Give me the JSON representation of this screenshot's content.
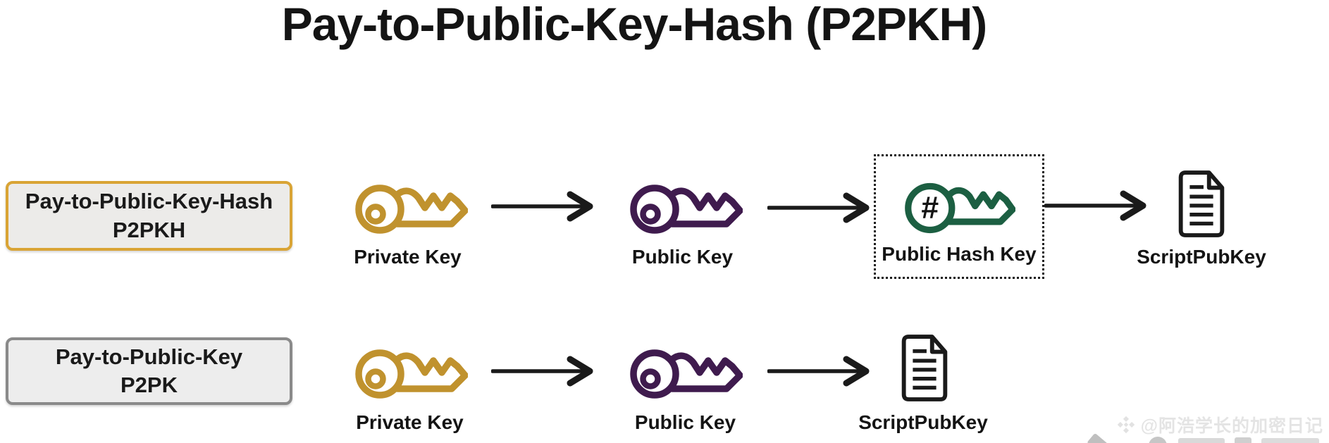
{
  "title": "Pay-to-Public-Key-Hash (P2PKH)",
  "hash_symbol": "#",
  "rows": [
    {
      "label_box": {
        "line1": "Pay-to-Public-Key-Hash",
        "line2": "P2PKH"
      },
      "steps": [
        {
          "icon": "gold-key-icon",
          "label": "Private Key"
        },
        {
          "icon": "purple-key-icon",
          "label": "Public Key"
        },
        {
          "icon": "green-hash-key-icon",
          "label": "Public Hash Key"
        },
        {
          "icon": "script-document-icon",
          "label": "ScriptPubKey"
        }
      ]
    },
    {
      "label_box": {
        "line1": "Pay-to-Public-Key",
        "line2": "P2PK"
      },
      "steps": [
        {
          "icon": "gold-key-icon",
          "label": "Private Key"
        },
        {
          "icon": "purple-key-icon",
          "label": "Public Key"
        },
        {
          "icon": "script-document-icon",
          "label": "ScriptPubKey"
        }
      ]
    }
  ],
  "watermark": {
    "icon": "binance-diamond-icon",
    "text": "@阿浩学长的加密日记"
  },
  "colors": {
    "private_key": "#C0922E",
    "public_key": "#3F1B4E",
    "hash_key": "#1C5F42",
    "arrow": "#1A1A1A",
    "document": "#1A1A1A",
    "p2pkh_box_border": "#D9A435",
    "p2pk_box_border": "#8A8A8A",
    "box_background": "#ECECEC"
  }
}
